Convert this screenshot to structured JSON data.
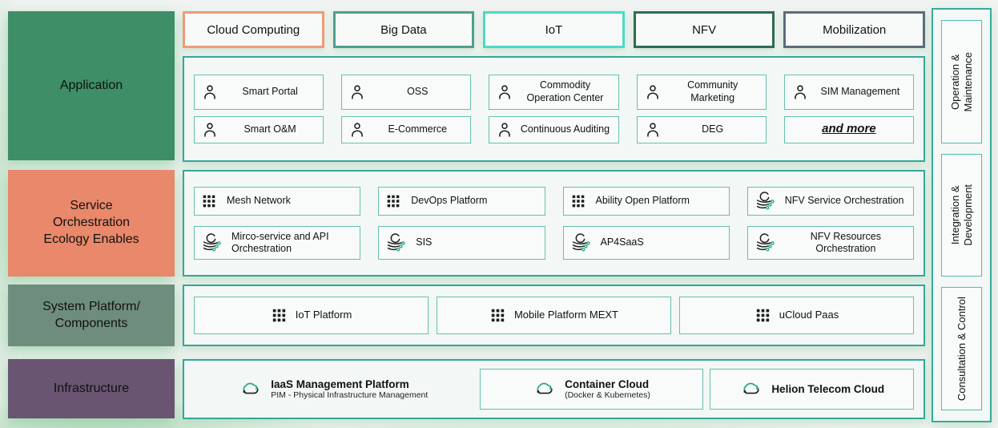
{
  "title": "Platform architecture diagram",
  "left_blocks": [
    {
      "label": "Application",
      "color": "#3E8E67"
    },
    {
      "label": "Service\nOrchestration\nEcology Enables",
      "color": "#E9886B"
    },
    {
      "label": "System Platform/\nComponents",
      "color": "#6F8D7D"
    },
    {
      "label": "Infrastructure",
      "color": "#695471"
    }
  ],
  "top_categories": [
    {
      "label": "Cloud Computing",
      "border_color": "#F09A78"
    },
    {
      "label": "Big Data",
      "border_color": "#4F9F8D"
    },
    {
      "label": "IoT",
      "border_color": "#4CD9CB"
    },
    {
      "label": "NFV",
      "border_color": "#2E6B52"
    },
    {
      "label": "Mobilization",
      "border_color": "#5B6C7C"
    }
  ],
  "application_row": {
    "items": [
      {
        "label": "Smart Portal",
        "icon": "user-icon"
      },
      {
        "label": "OSS",
        "icon": "user-icon"
      },
      {
        "label": "Commodity Operation Center",
        "icon": "user-icon"
      },
      {
        "label": "Community Marketing",
        "icon": "user-icon"
      },
      {
        "label": "SIM Management",
        "icon": "user-icon"
      },
      {
        "label": "Smart O&M",
        "icon": "user-icon"
      },
      {
        "label": "E-Commerce",
        "icon": "user-icon"
      },
      {
        "label": "Continuous Auditing",
        "icon": "user-icon"
      },
      {
        "label": "DEG",
        "icon": "user-icon"
      },
      {
        "label": "and more",
        "icon": "none"
      }
    ]
  },
  "service_row": {
    "items": [
      {
        "label": "Mesh Network",
        "icon": "grid-icon"
      },
      {
        "label": "DevOps Platform",
        "icon": "grid-icon"
      },
      {
        "label": "Ability Open Platform",
        "icon": "grid-icon"
      },
      {
        "label": "NFV Service Orchestration",
        "icon": "orchestration-swirl-icon"
      },
      {
        "label": "Mirco-service and API Orchestration",
        "icon": "orchestration-swirl-icon"
      },
      {
        "label": "SIS",
        "icon": "orchestration-swirl-icon"
      },
      {
        "label": "AP4SaaS",
        "icon": "orchestration-swirl-icon"
      },
      {
        "label": "NFV Resources Orchestration",
        "icon": "orchestration-swirl-icon"
      }
    ]
  },
  "system_row": {
    "items": [
      {
        "label": "IoT Platform",
        "icon": "grid-icon"
      },
      {
        "label": "Mobile Platform MEXT",
        "icon": "grid-icon"
      },
      {
        "label": "uCloud Paas",
        "icon": "grid-icon"
      }
    ]
  },
  "infrastructure_row": {
    "items": [
      {
        "title": "IaaS Management Platform",
        "subtitle": "PIM - Physical Infrastructure Management",
        "icon": "cloud-sync-icon",
        "boxed": false
      },
      {
        "title": "Container Cloud",
        "subtitle": "(Docker & Kubernetes)",
        "icon": "cloud-sync-icon",
        "boxed": true
      },
      {
        "title": "Helion Telecom Cloud",
        "subtitle": "",
        "icon": "cloud-sync-icon",
        "boxed": true
      }
    ]
  },
  "right_column": {
    "items": [
      {
        "label": "Operation &\nMaintenance"
      },
      {
        "label": "Integration &\nDevelopment"
      },
      {
        "label": "Consultation & Control"
      }
    ]
  },
  "colors": {
    "container_border": "#2fa99a",
    "item_border": "#66c0af",
    "icon_black": "#1d1d1d",
    "icon_green": "#2aa877",
    "background": "#f0f3f1"
  }
}
